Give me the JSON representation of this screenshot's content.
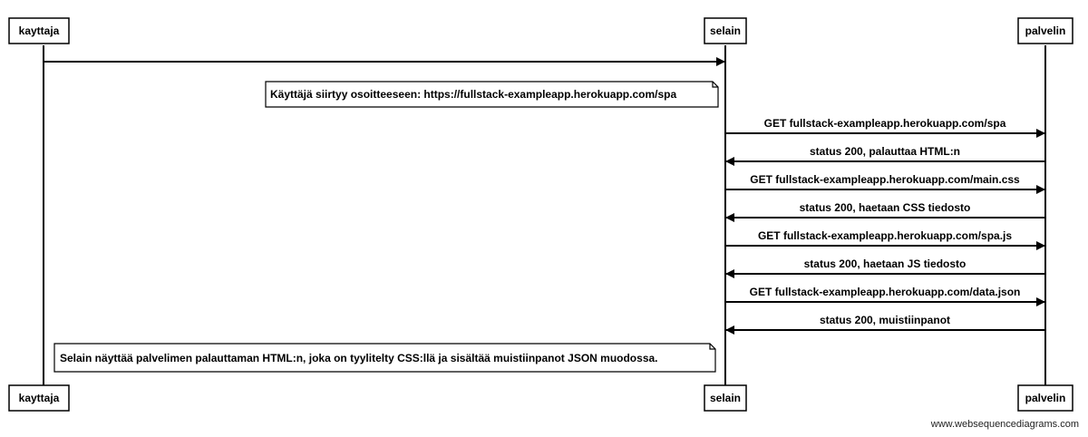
{
  "actors": [
    {
      "id": "kayttaja",
      "label": "kayttaja"
    },
    {
      "id": "selain",
      "label": "selain"
    },
    {
      "id": "palvelin",
      "label": "palvelin"
    }
  ],
  "messages": [
    {
      "from": "kayttaja",
      "to": "selain",
      "label": ""
    },
    {
      "from": "selain",
      "to": "palvelin",
      "label": "GET fullstack-exampleapp.herokuapp.com/spa"
    },
    {
      "from": "palvelin",
      "to": "selain",
      "label": "status 200, palauttaa HTML:n"
    },
    {
      "from": "selain",
      "to": "palvelin",
      "label": "GET fullstack-exampleapp.herokuapp.com/main.css"
    },
    {
      "from": "palvelin",
      "to": "selain",
      "label": "status 200, haetaan CSS tiedosto"
    },
    {
      "from": "selain",
      "to": "palvelin",
      "label": "GET fullstack-exampleapp.herokuapp.com/spa.js"
    },
    {
      "from": "palvelin",
      "to": "selain",
      "label": "status 200, haetaan JS tiedosto"
    },
    {
      "from": "selain",
      "to": "palvelin",
      "label": "GET fullstack-exampleapp.herokuapp.com/data.json"
    },
    {
      "from": "palvelin",
      "to": "selain",
      "label": "status 200, muistiinpanot"
    }
  ],
  "notes": [
    {
      "text": "Käyttäjä siirtyy osoitteeseen: https://fullstack-exampleapp.herokuapp.com/spa"
    },
    {
      "text": "Selain näyttää palvelimen palauttaman HTML:n, joka on tyylitelty CSS:llä ja sisältää muistiinpanot JSON muodossa."
    }
  ],
  "watermark": "www.websequencediagrams.com"
}
